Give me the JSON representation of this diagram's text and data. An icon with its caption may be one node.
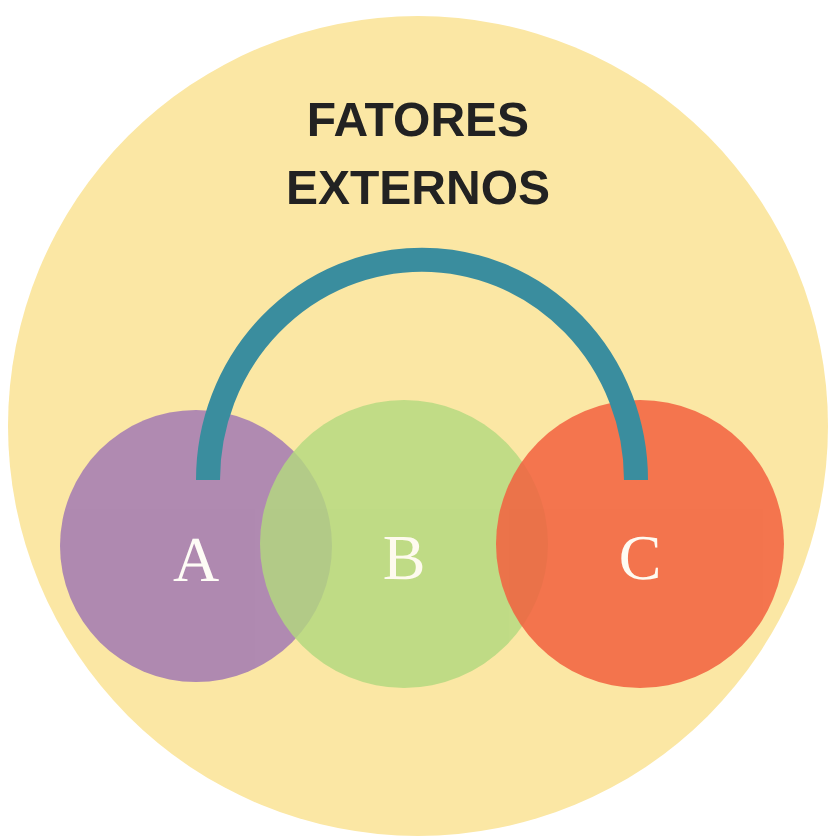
{
  "diagram": {
    "nodes": [
      {
        "text": [
          "FATORES EXTERNOS"
        ]
      },
      {
        "text": [
          "A"
        ],
        "in": 0
      },
      {
        "text": [
          "B"
        ],
        "in": 0
      },
      {
        "text": [
          "C"
        ],
        "in": 0
      }
    ],
    "edges": [
      {
        "from": 1,
        "to": 3,
        "arrow": "none"
      }
    ]
  }
}
